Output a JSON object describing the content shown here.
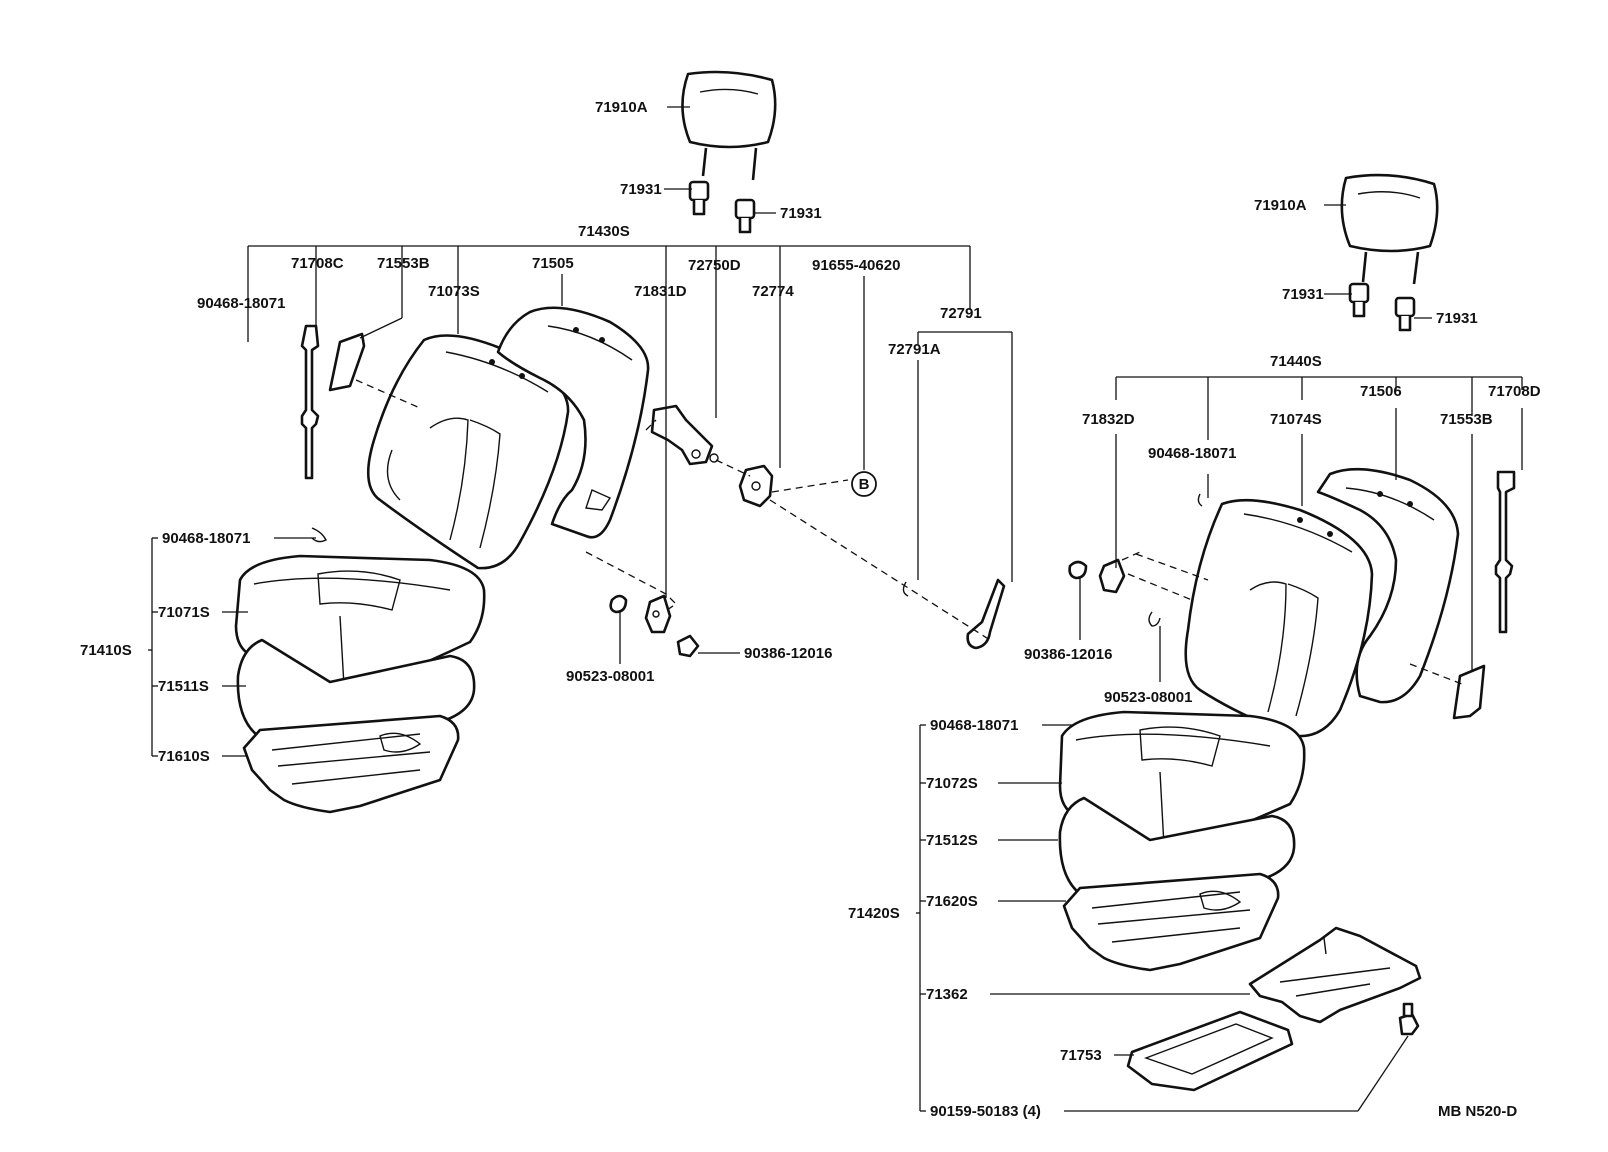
{
  "labels": {
    "headrest_left": "71910A",
    "support_l1": "71931",
    "support_l2": "71931",
    "seatback_assy_left": "71430S",
    "bolt_left_top": "90468-18071",
    "belt_guide_left": "71708C",
    "cover_left": "71553B",
    "back_cover_left": "71073S",
    "back_pad_left": "71505",
    "recliner_cover_left": "71831D",
    "hinge_left": "72750D",
    "knob_left": "72774",
    "screw_left": "91655-40620",
    "lever": "72791",
    "lever_knob": "72791A",
    "callout_b": "B",
    "bolt_left_mid": "90468-18071",
    "cushion_cover_left": "71071S",
    "cushion_assy_left": "71410S",
    "cushion_pad_left": "71511S",
    "cushion_frame_left": "71610S",
    "nut_left": "90523-08001",
    "washer_left": "90386-12016",
    "headrest_right": "71910A",
    "support_r1": "71931",
    "support_r2": "71931",
    "seatback_assy_right": "71440S",
    "recliner_cover_right": "71832D",
    "bolt_right_top": "90468-18071",
    "back_cover_right": "71074S",
    "back_pad_right": "71506",
    "cover_right": "71553B",
    "belt_guide_right": "71708D",
    "washer_right": "90386-12016",
    "nut_right": "90523-08001",
    "bolt_right_mid": "90468-18071",
    "cushion_cover_right": "71072S",
    "cushion_pad_right": "71512S",
    "cushion_frame_right": "71620S",
    "cushion_assy_right": "71420S",
    "bracket": "71362",
    "tray": "71753",
    "bolt_qty": "90159-50183 (4)",
    "diagram_code": "MB N520-D"
  }
}
